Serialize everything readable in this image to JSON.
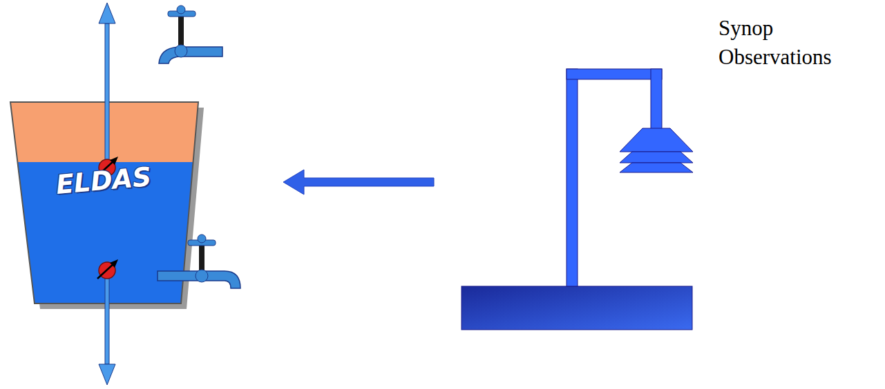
{
  "diagram": {
    "nodes": [
      {
        "text": [
          "ELDAS"
        ]
      },
      {
        "text": [
          "Synop Observations"
        ]
      }
    ],
    "edges": [
      {
        "from": 1,
        "to": 0,
        "arrow": "to"
      }
    ]
  }
}
